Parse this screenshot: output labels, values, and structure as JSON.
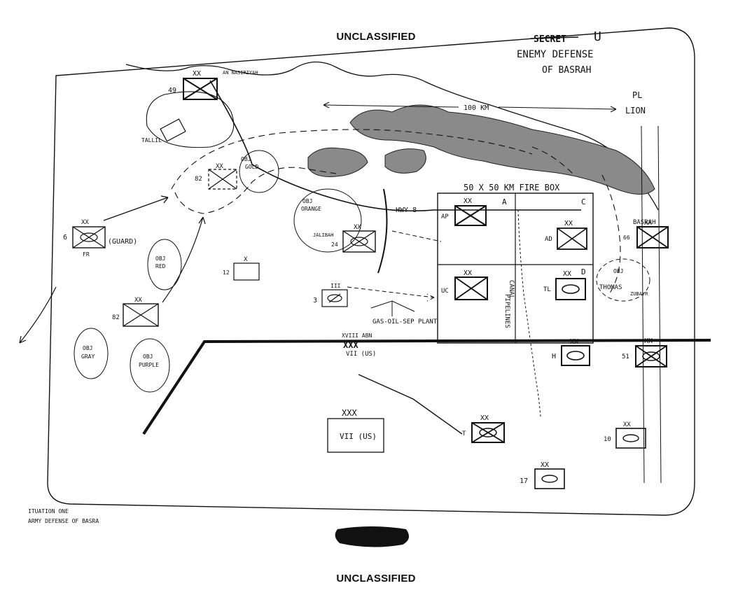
{
  "header": {
    "classification_top": "UNCLASSIFIED",
    "secret_mark": "SECRET",
    "secret_suffix": "U"
  },
  "footer": {
    "classification_bottom": "UNCLASSIFIED"
  },
  "map": {
    "title_line1": "ENEMY DEFENSE",
    "title_line2": "OF BASRAH",
    "caption_line1": "ITUATION  ONE",
    "caption_line2": "ARMY  DEFENSE OF BASRA",
    "scale_label": "100 KM",
    "phase_line": {
      "line1": "PL",
      "line2": "LION"
    },
    "fire_box": {
      "label": "50 X 50 KM  FIRE BOX",
      "quadrants": [
        "A",
        "C",
        "D"
      ]
    },
    "places": {
      "an_nasiriyah": "AN NASIRIYAH",
      "tallil": "TALLIL",
      "basrah": "BASRAH",
      "zubayr": "ZUBAYR",
      "jalibah": "JALIBAH",
      "hwy8": "HWY 8",
      "gas_oil_plant": "GAS-OIL-SEP PLANT",
      "pipelines": "PIPELINES",
      "canal": "CANAL"
    },
    "objectives": {
      "gold": {
        "l1": "OBJ",
        "l2": "GOLD"
      },
      "orange": {
        "l1": "OBJ",
        "l2": "ORANGE"
      },
      "red": {
        "l1": "OBJ",
        "l2": "RED"
      },
      "gray": {
        "l1": "OBJ",
        "l2": "GRAY"
      },
      "purple": {
        "l1": "OBJ",
        "l2": "PURPLE"
      },
      "thomas": {
        "l1": "OBJ",
        "l2": "THOMAS"
      }
    },
    "boundary": {
      "upper": "XVIII ABN",
      "mark": "XXX",
      "lower": "VII (US)"
    },
    "corps_box": {
      "echelon": "XXX",
      "label": "VII (US)"
    },
    "units": {
      "u49": {
        "id": "49",
        "ech": "XX"
      },
      "u82a": {
        "id": "82",
        "ech": "XX"
      },
      "u6": {
        "id": "6",
        "ech": "XX",
        "note": "(GUARD)",
        "sub": "FR"
      },
      "u12": {
        "id": "12",
        "ech": "X"
      },
      "u82b": {
        "id": "82",
        "ech": "XX"
      },
      "u24": {
        "id": "24",
        "ech": "XX"
      },
      "u3": {
        "id": "3",
        "ech": "III"
      },
      "uAP": {
        "id": "AP",
        "ech": "XX"
      },
      "uAD": {
        "id": "AD",
        "ech": "XX"
      },
      "uUC": {
        "id": "UC",
        "ech": "XX"
      },
      "uTL": {
        "id": "TL",
        "ech": "XX"
      },
      "uH": {
        "id": "H",
        "ech": "XX"
      },
      "u51": {
        "id": "51",
        "ech": "XX"
      },
      "u66": {
        "id": "66",
        "ech": "XX"
      },
      "uT": {
        "id": "T",
        "ech": "XX"
      },
      "u10": {
        "id": "10",
        "ech": "XX"
      },
      "u17": {
        "id": "17",
        "ech": "XX"
      }
    }
  }
}
